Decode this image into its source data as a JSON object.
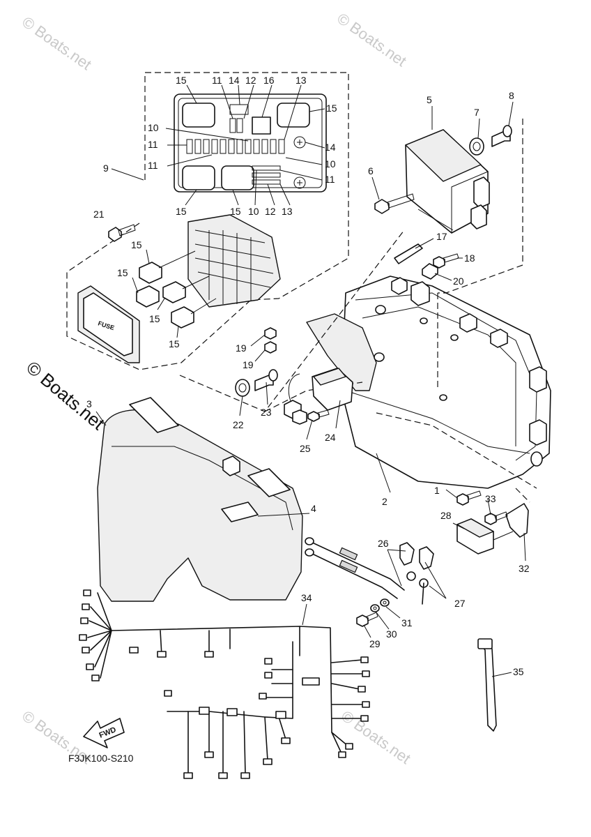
{
  "diagram_code": "F3JK100-S210",
  "fuse_label": "FUSE",
  "fwd_label": "FWD",
  "watermark": "© Boats.net",
  "callouts": {
    "c1": "1",
    "c2": "2",
    "c3": "3",
    "c4": "4",
    "c5": "5",
    "c6": "6",
    "c7": "7",
    "c8": "8",
    "c9": "9",
    "c10": "10",
    "c11": "11",
    "c12": "12",
    "c13": "13",
    "c14": "14",
    "c15": "15",
    "c16": "16",
    "c17": "17",
    "c18": "18",
    "c19": "19",
    "c20": "20",
    "c21": "21",
    "c22": "22",
    "c23": "23",
    "c24": "24",
    "c25": "25",
    "c26": "26",
    "c27": "27",
    "c28": "28",
    "c29": "29",
    "c30": "30",
    "c31": "31",
    "c32": "32",
    "c33": "33",
    "c34": "34",
    "c35": "35"
  }
}
